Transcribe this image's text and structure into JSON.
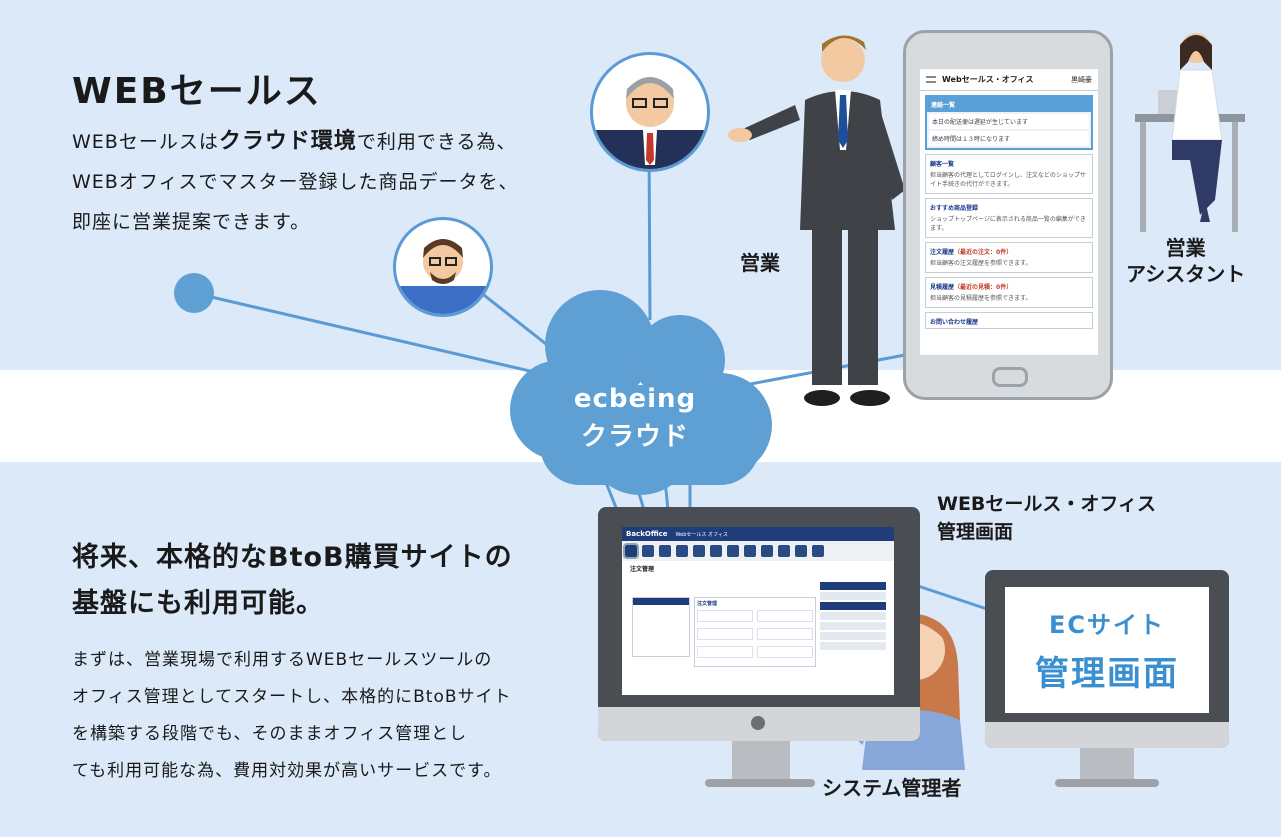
{
  "top": {
    "title": "WEBセールス",
    "body_line1_a": "WEBセールスは",
    "body_line1_b": "クラウド環境",
    "body_line1_c": "で利用できる為、",
    "body_line2": "WEBオフィスでマスター登録した商品データを、",
    "body_line3": "即座に営業提案できます。"
  },
  "labels": {
    "sales": "営業",
    "assistant_line1": "営業",
    "assistant_line2": "アシスタント",
    "cloud_line1": "ecbeing",
    "cloud_line2": "クラウド",
    "office_line1": "WEBセールス・オフィス",
    "office_line2": "管理画面",
    "sysadmin": "システム管理者"
  },
  "bottom": {
    "title_line1": "将来、本格的なBtoB購買サイトの",
    "title_line2": "基盤にも利用可能。",
    "body_line1": "まずは、営業現場で利用するWEBセールスツールの",
    "body_line2": "オフィス管理としてスタートし、本格的にBtoBサイト",
    "body_line3": "を構築する段階でも、そのままオフィス管理とし",
    "body_line4": "ても利用可能な為、費用対効果が高いサービスです。"
  },
  "phone": {
    "app_title": "Webセールス・オフィス",
    "user": "黒崎豪",
    "notice_title": "連絡一覧",
    "notice_rows": [
      "本日の配送便は遅延が生じています",
      "締め時間は１３時になります"
    ],
    "cards": [
      {
        "title": "顧客一覧",
        "badge": "",
        "desc": "担当顧客の代理としてログインし、注文などのショップサイト手続きの代行ができます。"
      },
      {
        "title": "おすすめ商品登録",
        "badge": "",
        "desc": "ショップトップページに表示される商品一覧の編集ができます。"
      },
      {
        "title": "注文履歴",
        "badge": "（最近の注文：0件）",
        "desc": "担当顧客の注文履歴を参照できます。"
      },
      {
        "title": "見積履歴",
        "badge": "（最近の見積：0件）",
        "desc": "担当顧客の見積履歴を参照できます。"
      },
      {
        "title": "お問い合わせ履歴",
        "badge": "",
        "desc": ""
      }
    ]
  },
  "backoffice": {
    "logo": "BackOffice",
    "subtitle": "Webセールス オフィス",
    "page_title": "注文管理",
    "section_title": "注文管理"
  },
  "ec_screen": {
    "line1": "ECサイト",
    "line2": "管理画面"
  },
  "colors": {
    "band": "#dbe9f9",
    "cloud": "#5e9fd4",
    "line": "#5b9bd5",
    "navy": "#1e3d7a",
    "accent_blue": "#3a8fd0"
  }
}
